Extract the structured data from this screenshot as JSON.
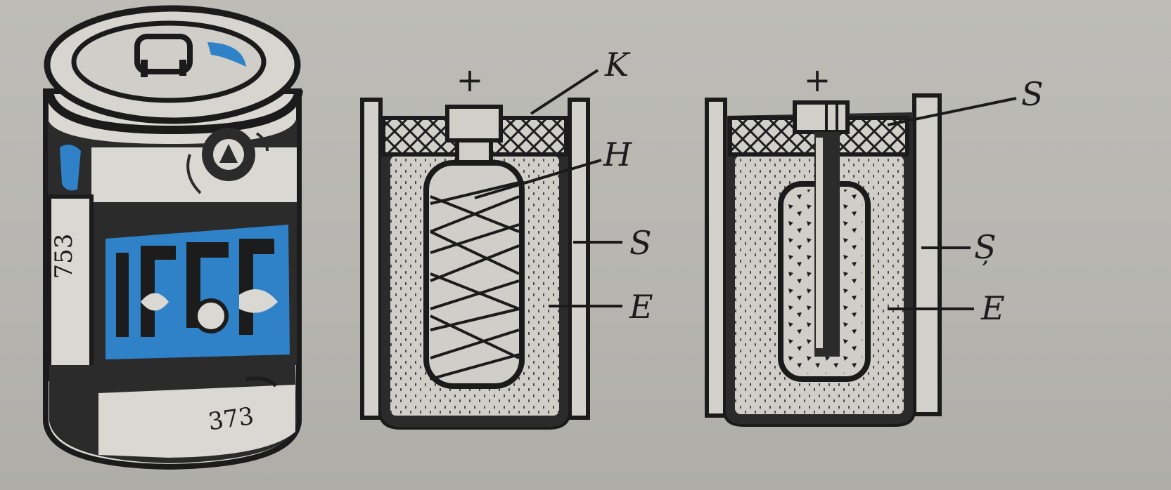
{
  "battery_photo": {
    "top_number": "753",
    "bottom_number": "373",
    "accent_color": "#2f82c8"
  },
  "cell_left": {
    "label_k": "K",
    "label_h": "H",
    "label_s": "S",
    "label_e": "E",
    "plus": "+",
    "minus": "−"
  },
  "cell_right": {
    "label_s_top": "S",
    "label_s_mid": "Ș",
    "label_e": "E",
    "plus": "+",
    "minus": "−"
  }
}
